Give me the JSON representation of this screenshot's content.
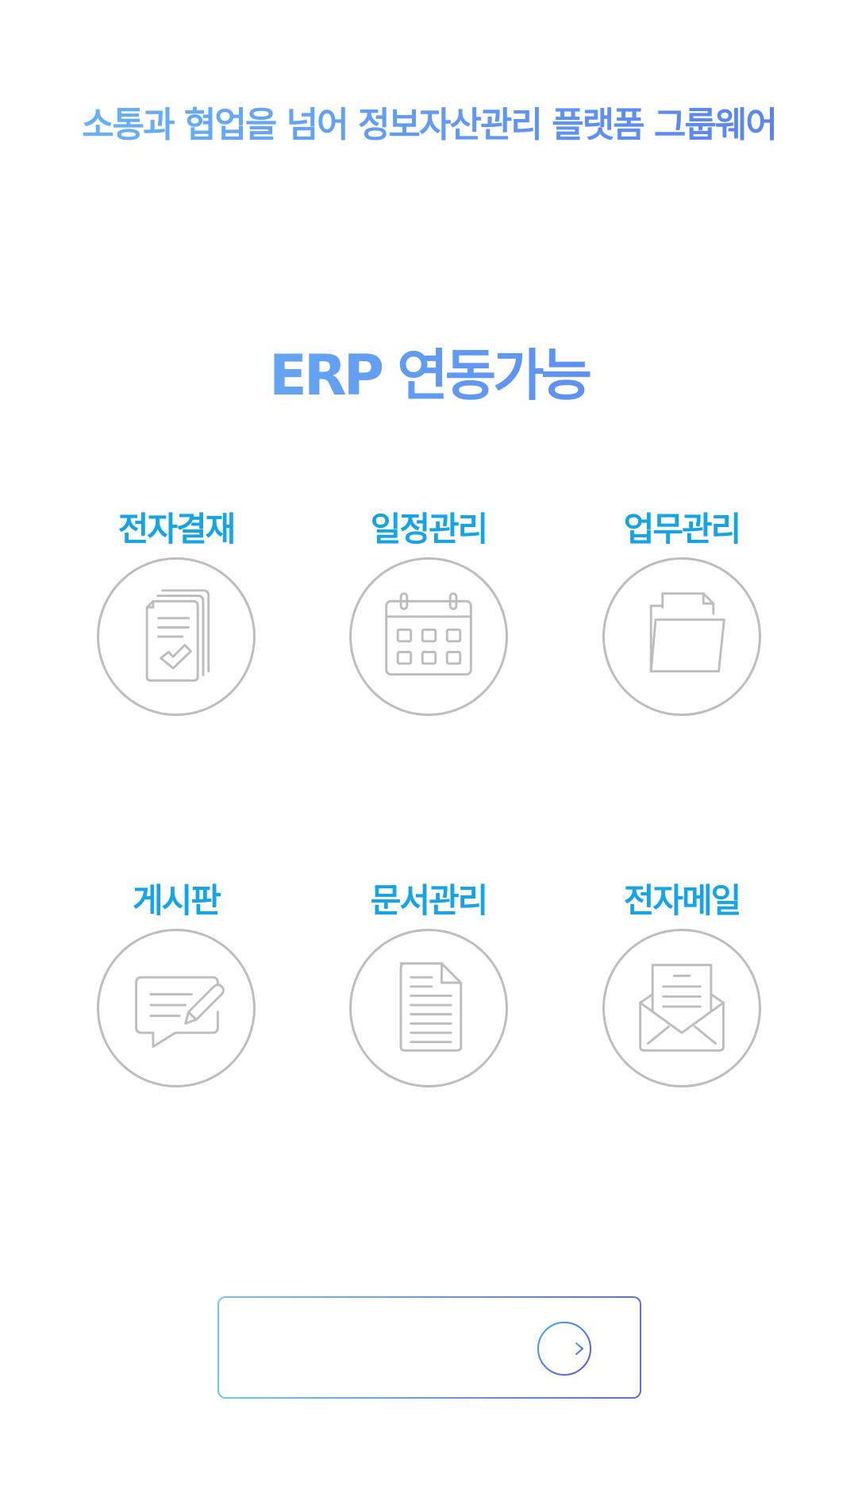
{
  "tagline": "소통과 협업을 넘어 정보자산관리 플랫폼 그룹웨어",
  "headline": "ERP 연동가능",
  "features": [
    {
      "label": "전자결재",
      "icon": "approval-document-icon"
    },
    {
      "label": "일정관리",
      "icon": "calendar-icon"
    },
    {
      "label": "업무관리",
      "icon": "folder-icon"
    },
    {
      "label": "게시판",
      "icon": "board-chat-icon"
    },
    {
      "label": "문서관리",
      "icon": "document-icon"
    },
    {
      "label": "전자메일",
      "icon": "mail-icon"
    }
  ],
  "cta": {
    "icon": "arrow-right-icon"
  },
  "colors": {
    "gradient_start": "#6ab6f3",
    "gradient_end": "#5a7ff0",
    "feature_label": "#17a4e5",
    "icon_stroke": "#bdbdbd"
  }
}
